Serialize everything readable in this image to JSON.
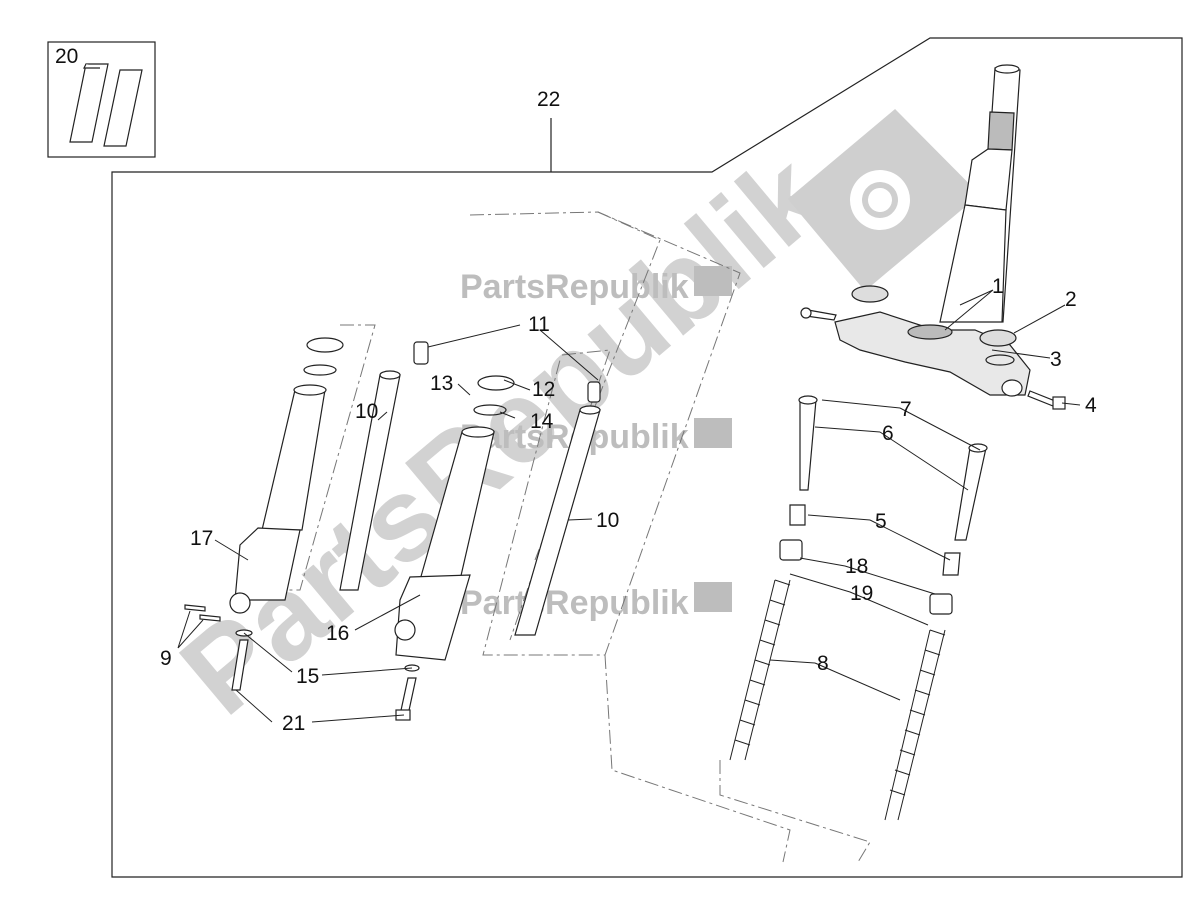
{
  "diagram": {
    "callouts": {
      "c1": "1",
      "c2": "2",
      "c3": "3",
      "c4": "4",
      "c5": "5",
      "c6": "6",
      "c7": "7",
      "c8": "8",
      "c9": "9",
      "c10a": "10",
      "c10b": "10",
      "c11": "11",
      "c12": "12",
      "c13": "13",
      "c14": "14",
      "c15": "15",
      "c16": "16",
      "c17": "17",
      "c18": "18",
      "c19": "19",
      "c20": "20",
      "c21": "21",
      "c22": "22"
    },
    "watermark": {
      "small_text": "PartsRepublik",
      "big_text": "PartsRepublik",
      "color": "#c8c8c8"
    },
    "line_color": "#222222",
    "dash_color": "#777777"
  }
}
